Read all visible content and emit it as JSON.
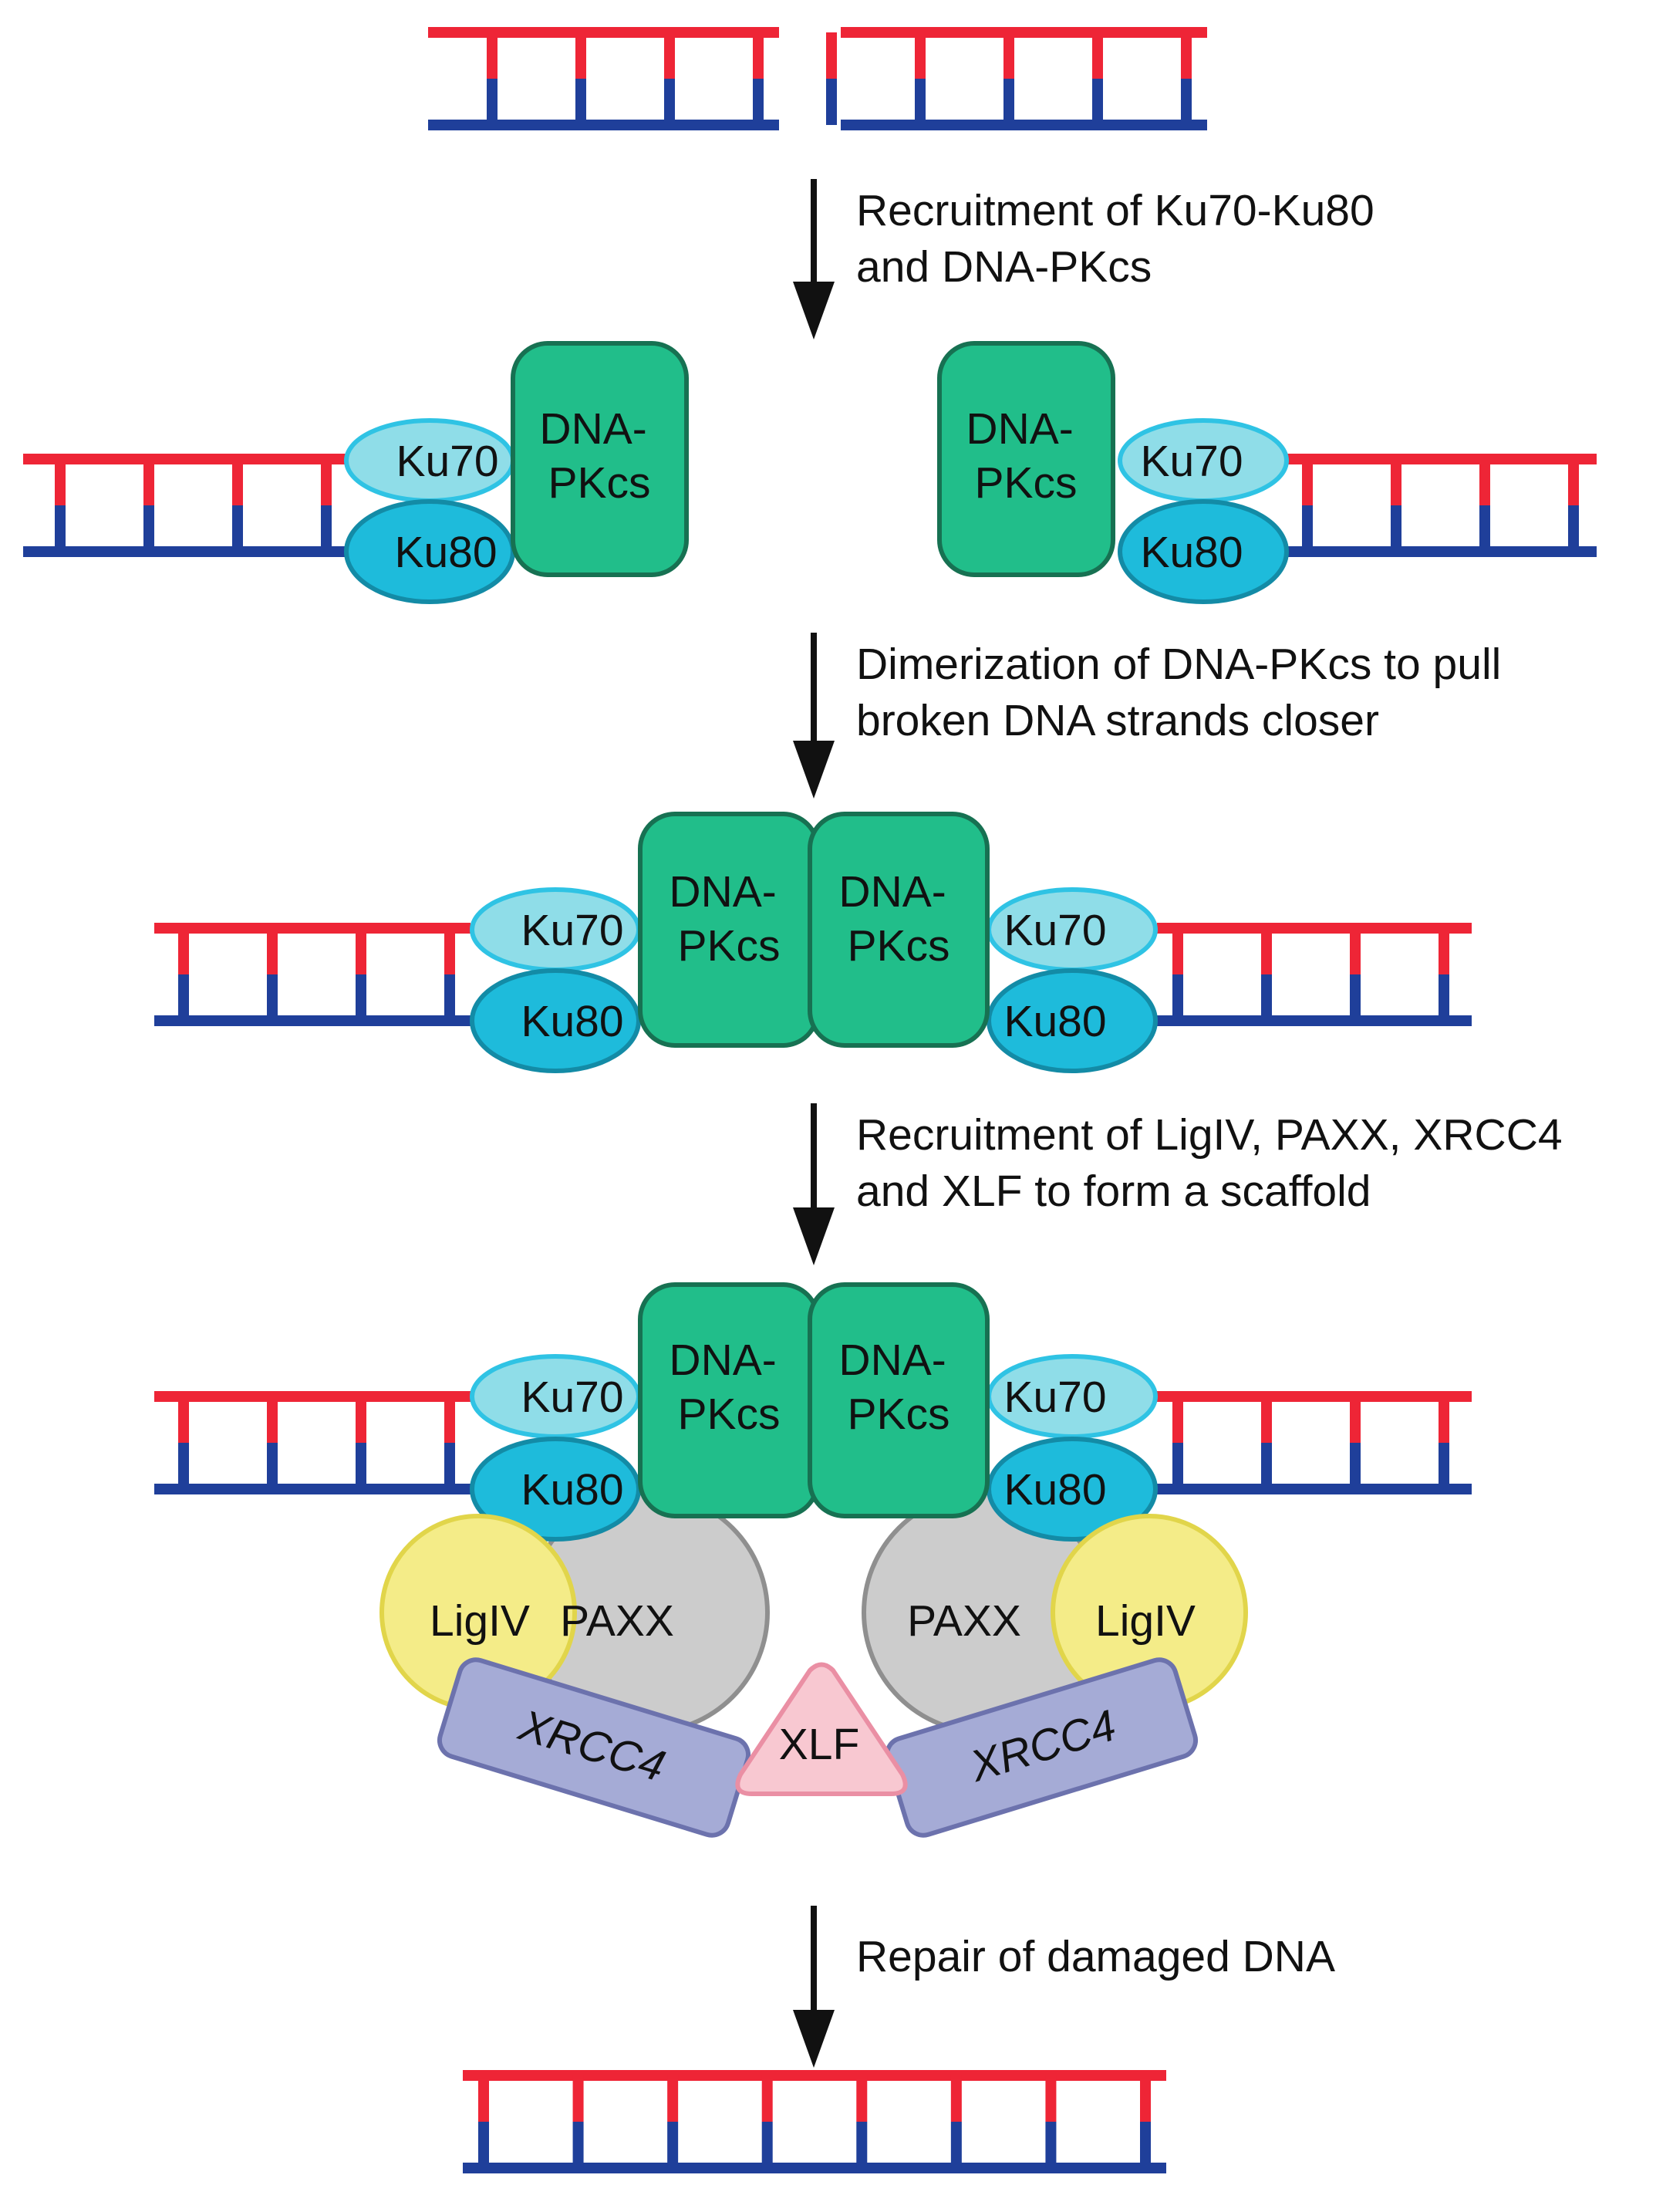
{
  "colors": {
    "strand_top": "#ee2536",
    "strand_bottom": "#1f3f9a",
    "dnapkcs_fill": "#21be8a",
    "dnapkcs_stroke": "#177152",
    "ku70_fill": "#8fdde8",
    "ku70_stroke": "#2fc3e4",
    "ku80_fill": "#1ebbdb",
    "ku80_stroke": "#138ba6",
    "paxx_fill": "#cccccc",
    "paxx_stroke": "#8f8f8f",
    "ligiv_fill": "#f4ec88",
    "ligiv_stroke": "#e1d54a",
    "xrcc4_fill": "#a5abd6",
    "xrcc4_stroke": "#6c72ad",
    "xlf_fill": "#f8c8d1",
    "xlf_stroke": "#ea8fa4",
    "arrow": "#111111"
  },
  "steps": [
    {
      "line1": "Recruitment of Ku70-Ku80",
      "line2": "and DNA-PKcs"
    },
    {
      "line1": "Dimerization of DNA-PKcs to pull",
      "line2": "broken DNA strands closer"
    },
    {
      "line1": "Recruitment of LigIV, PAXX, XRCC4",
      "line2": "and XLF to form a scaffold"
    },
    {
      "line1": "Repair of damaged DNA",
      "line2": ""
    }
  ],
  "labels": {
    "dnapkcs_line1": "DNA-",
    "dnapkcs_line2": "PKcs",
    "ku70": "Ku70",
    "ku80": "Ku80",
    "ligiv": "LigIV",
    "paxx": "PAXX",
    "xrcc4": "XRCC4",
    "xlf": "XLF"
  }
}
